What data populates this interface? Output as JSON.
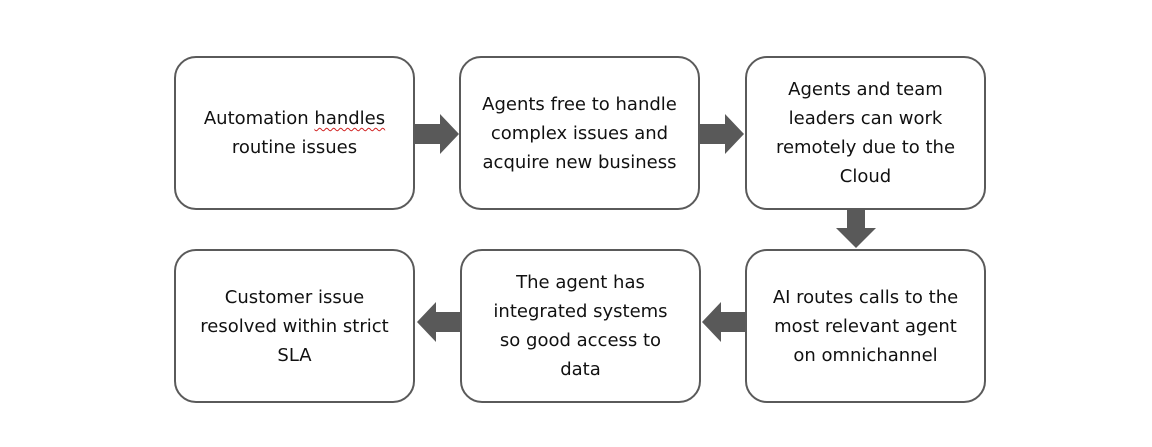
{
  "colors": {
    "border": "#5a5a5a",
    "arrow": "#595959",
    "text": "#111111",
    "spellcheck_underline": "#d02020"
  },
  "boxes": {
    "automation": {
      "before": "Automation ",
      "underlined": "handles",
      "after": "\nroutine issues"
    },
    "agents_free": "Agents free to handle\ncomplex issues and\nacquire new business",
    "remote": "Agents and team\nleaders can work\nremotely due to the\nCloud",
    "ai_routes": "AI routes calls to the\nmost relevant agent\non omnichannel",
    "integrated": "The agent has\nintegrated systems\nso good access to\ndata",
    "resolved": "Customer issue\nresolved within strict\nSLA"
  },
  "arrows": [
    "right",
    "right",
    "down",
    "left",
    "left"
  ]
}
